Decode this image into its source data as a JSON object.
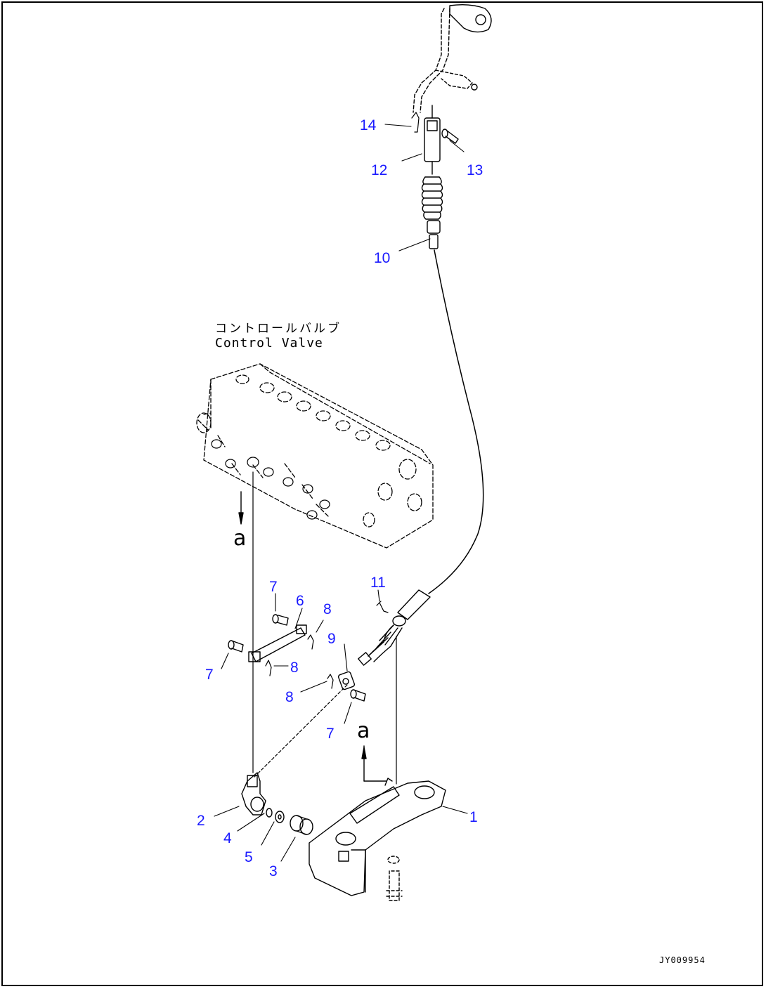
{
  "labels": {
    "control_valve_jp": "コントロールバルブ",
    "control_valve_en": "Control Valve",
    "reference_a": "a",
    "drawing_number": "JY009954"
  },
  "callouts": [
    "14",
    "12",
    "13",
    "10",
    "11",
    "7",
    "6",
    "8",
    "9",
    "8",
    "7",
    "8",
    "7",
    "2",
    "4",
    "5",
    "3",
    "1"
  ],
  "colors": {
    "callout": "#1a1aff",
    "line": "#000000"
  }
}
